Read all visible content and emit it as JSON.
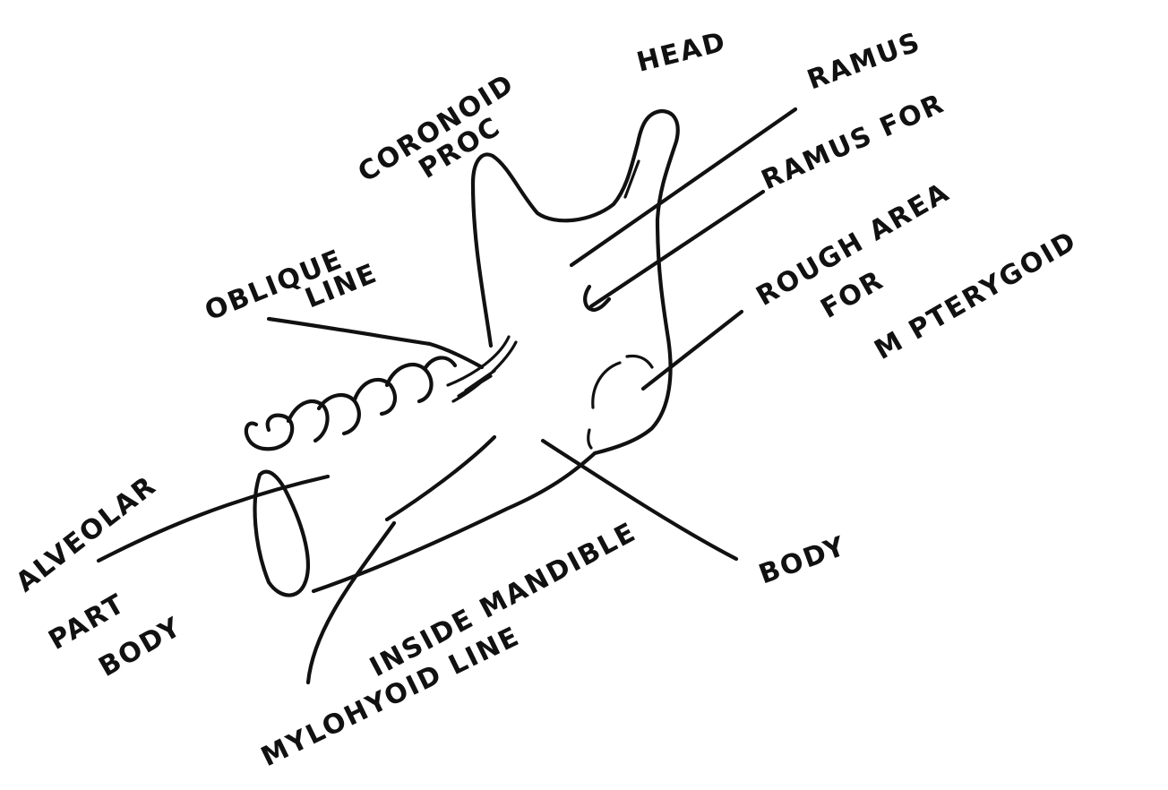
{
  "labels": {
    "head": "HEAD",
    "ramus": "RAMUS",
    "coronoid_line1": "CORONOID",
    "coronoid_line2": "PROC",
    "ramus_for": "RAMUS FOR",
    "rough_area_line1": "ROUGH AREA",
    "rough_area_line2": "FOR",
    "rough_area_line3": "M PTERYGOID",
    "oblique_line1": "OBLIQUE",
    "oblique_line2": "LINE",
    "alveolar": "ALVEOLAR",
    "part_body_line1": "PART",
    "part_body_line2": "BODY",
    "inside_mandible": "INSIDE MANDIBLE",
    "body": "BODY",
    "mylohyoid_line": "MYLOHYOID LINE"
  }
}
